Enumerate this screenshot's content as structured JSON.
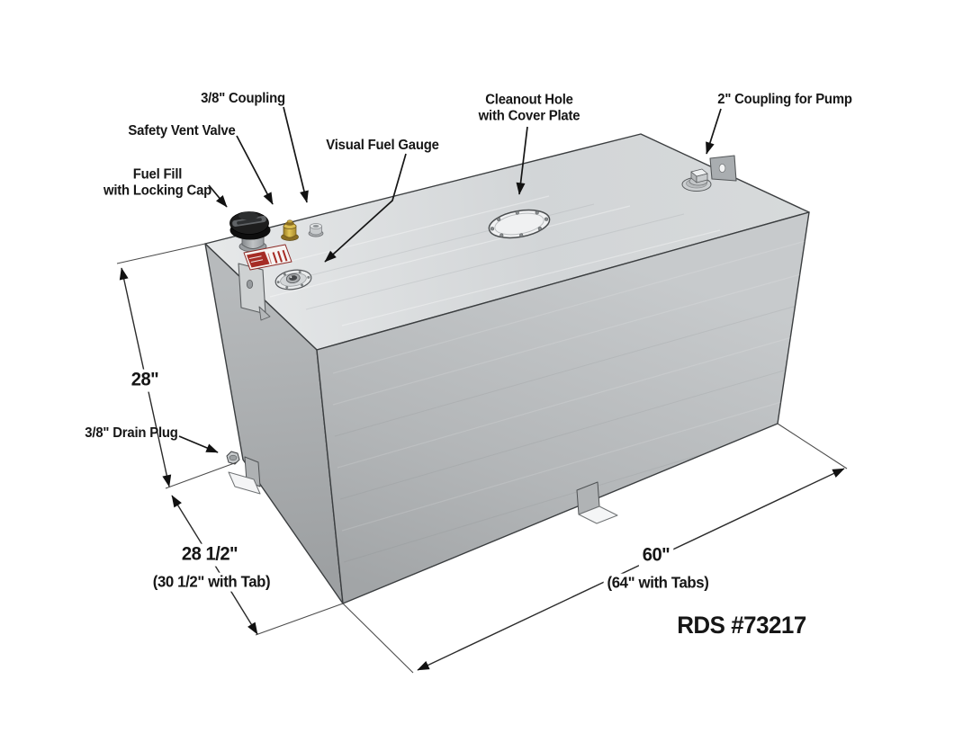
{
  "drawing": {
    "part_number": "RDS #73217",
    "callouts": {
      "coupling_38": {
        "label": "3/8\" Coupling"
      },
      "safety_vent_valve": {
        "label": "Safety Vent Valve"
      },
      "fuel_fill": {
        "line1": "Fuel Fill",
        "line2": "with Locking Cap"
      },
      "visual_fuel_gauge": {
        "label": "Visual Fuel Gauge"
      },
      "cleanout_hole": {
        "line1": "Cleanout Hole",
        "line2": "with Cover Plate"
      },
      "coupling_pump": {
        "label": "2\" Coupling for Pump"
      },
      "drain_plug": {
        "label": "3/8\" Drain Plug"
      }
    },
    "dimensions": {
      "height": "28\"",
      "end_width": "28 1/2\"",
      "end_width_with_tab": "(30 1/2\" with Tab)",
      "length": "60\"",
      "length_with_tabs": "(64\" with Tabs)"
    },
    "colors": {
      "background": "#ffffff",
      "outline": "#3b3e40",
      "tank_top": "#dfe1e2",
      "tank_front": "#b5b8ba",
      "tank_left": "#a9acae",
      "warning_label_red": "#a62c25",
      "brass_fitting": "#c9a83e",
      "text": "#161616"
    }
  }
}
